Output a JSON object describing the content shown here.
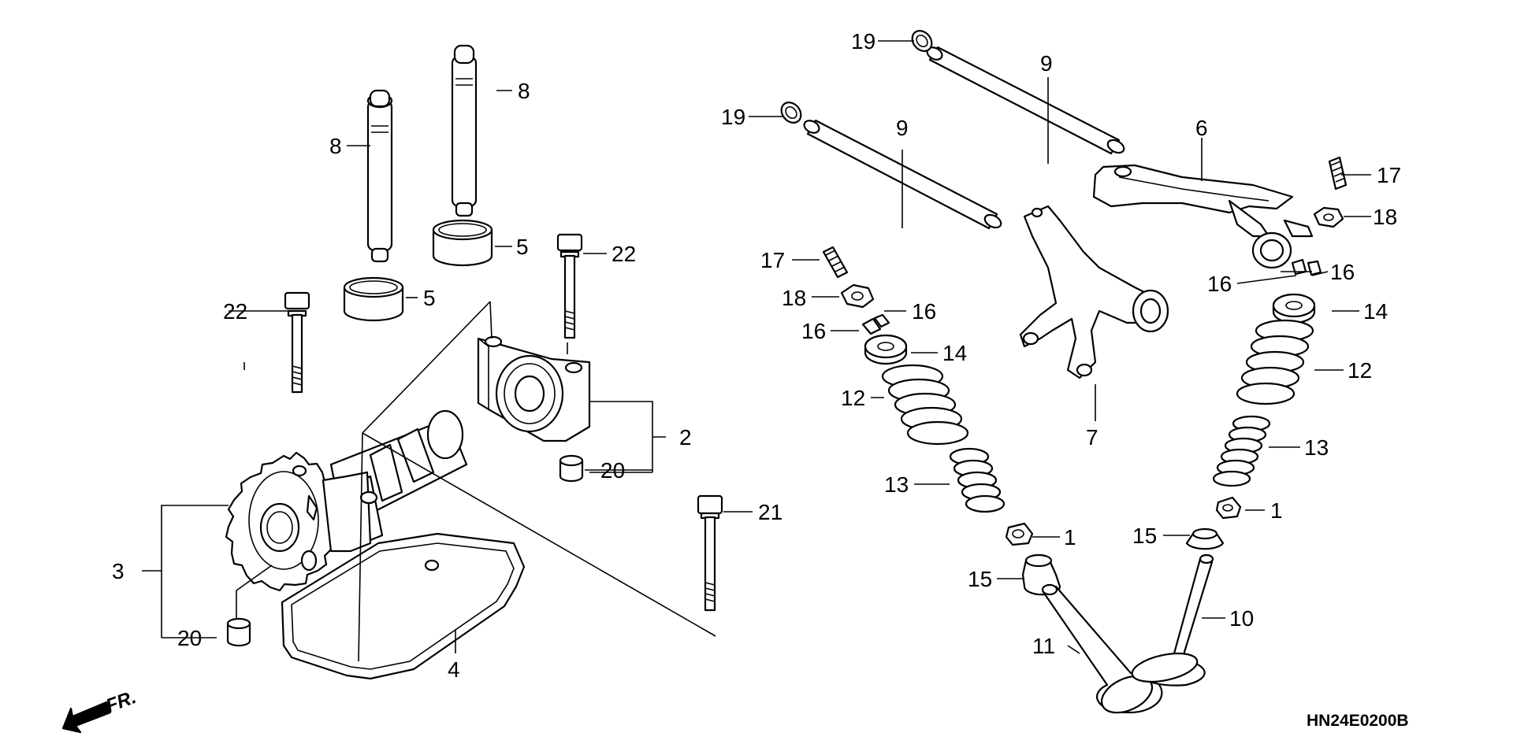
{
  "diagram_code": "HN24E0200B",
  "direction_label": "FR.",
  "callouts": {
    "c1a": "1",
    "c1b": "1",
    "c2": "2",
    "c3": "3",
    "c4": "4",
    "c5a": "5",
    "c5b": "5",
    "c6": "6",
    "c7": "7",
    "c8a": "8",
    "c8b": "8",
    "c9a": "9",
    "c9b": "9",
    "c10": "10",
    "c11": "11",
    "c12a": "12",
    "c12b": "12",
    "c13a": "13",
    "c13b": "13",
    "c14a": "14",
    "c14b": "14",
    "c15a": "15",
    "c15b": "15",
    "c16a": "16",
    "c16b": "16",
    "c16c": "16",
    "c16d": "16",
    "c17a": "17",
    "c17b": "17",
    "c18a": "18",
    "c18b": "18",
    "c19a": "19",
    "c19b": "19",
    "c20a": "20",
    "c20b": "20",
    "c21": "21",
    "c22a": "22",
    "c22b": "22"
  },
  "icons": {
    "direction": "front-arrow-icon"
  }
}
